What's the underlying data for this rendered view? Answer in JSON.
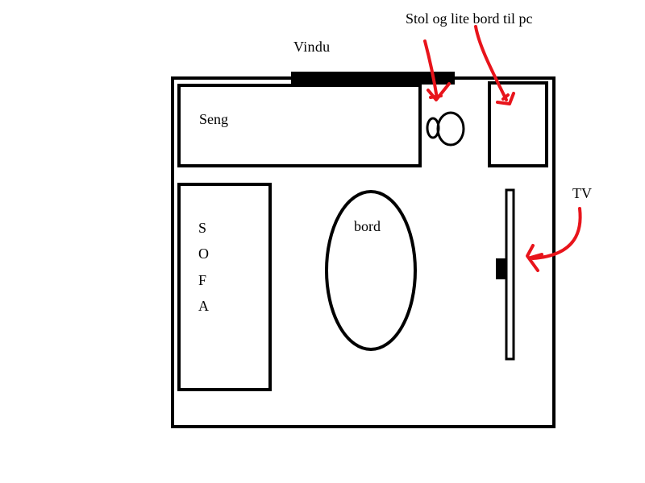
{
  "labels": {
    "window": "Vindu",
    "chair_table": "Stol og lite bord til pc",
    "tv": "TV",
    "bed": "Seng",
    "table": "bord",
    "sofa_letters": [
      "S",
      "O",
      "F",
      "A"
    ]
  },
  "colors": {
    "outline": "#000000",
    "arrows": "#e8141b",
    "background": "#ffffff"
  }
}
